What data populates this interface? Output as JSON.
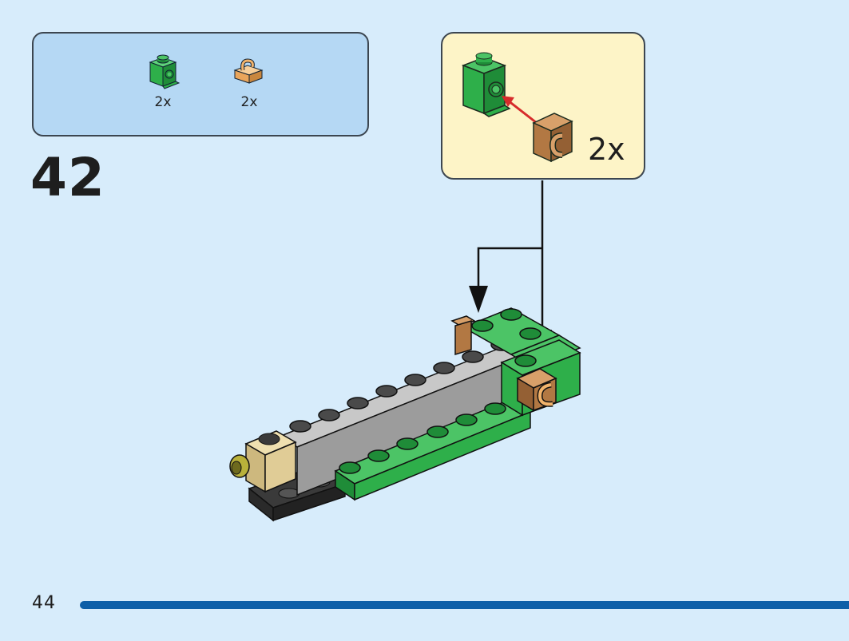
{
  "parts_list": {
    "items": [
      {
        "name": "green-1x1-brick-with-side-stud",
        "color": "#2eaf4a",
        "quantity": "2x"
      },
      {
        "name": "tan-1x1-clip",
        "color": "#f2b36b",
        "quantity": "2x"
      }
    ]
  },
  "step": {
    "number": "42"
  },
  "callout": {
    "quantity": "2x"
  },
  "colors": {
    "background": "#d7ecfb",
    "parts_box": "#b5d8f4",
    "callout": "#fdf4c7",
    "green": "#2eaf4a",
    "brown": "#b27843",
    "gray": "#a8a8a8",
    "tan": "#e0cc96",
    "black": "#333333",
    "arrow_red": "#d62b2b",
    "progress": "#0d5fa8"
  },
  "page": {
    "number": "44"
  }
}
